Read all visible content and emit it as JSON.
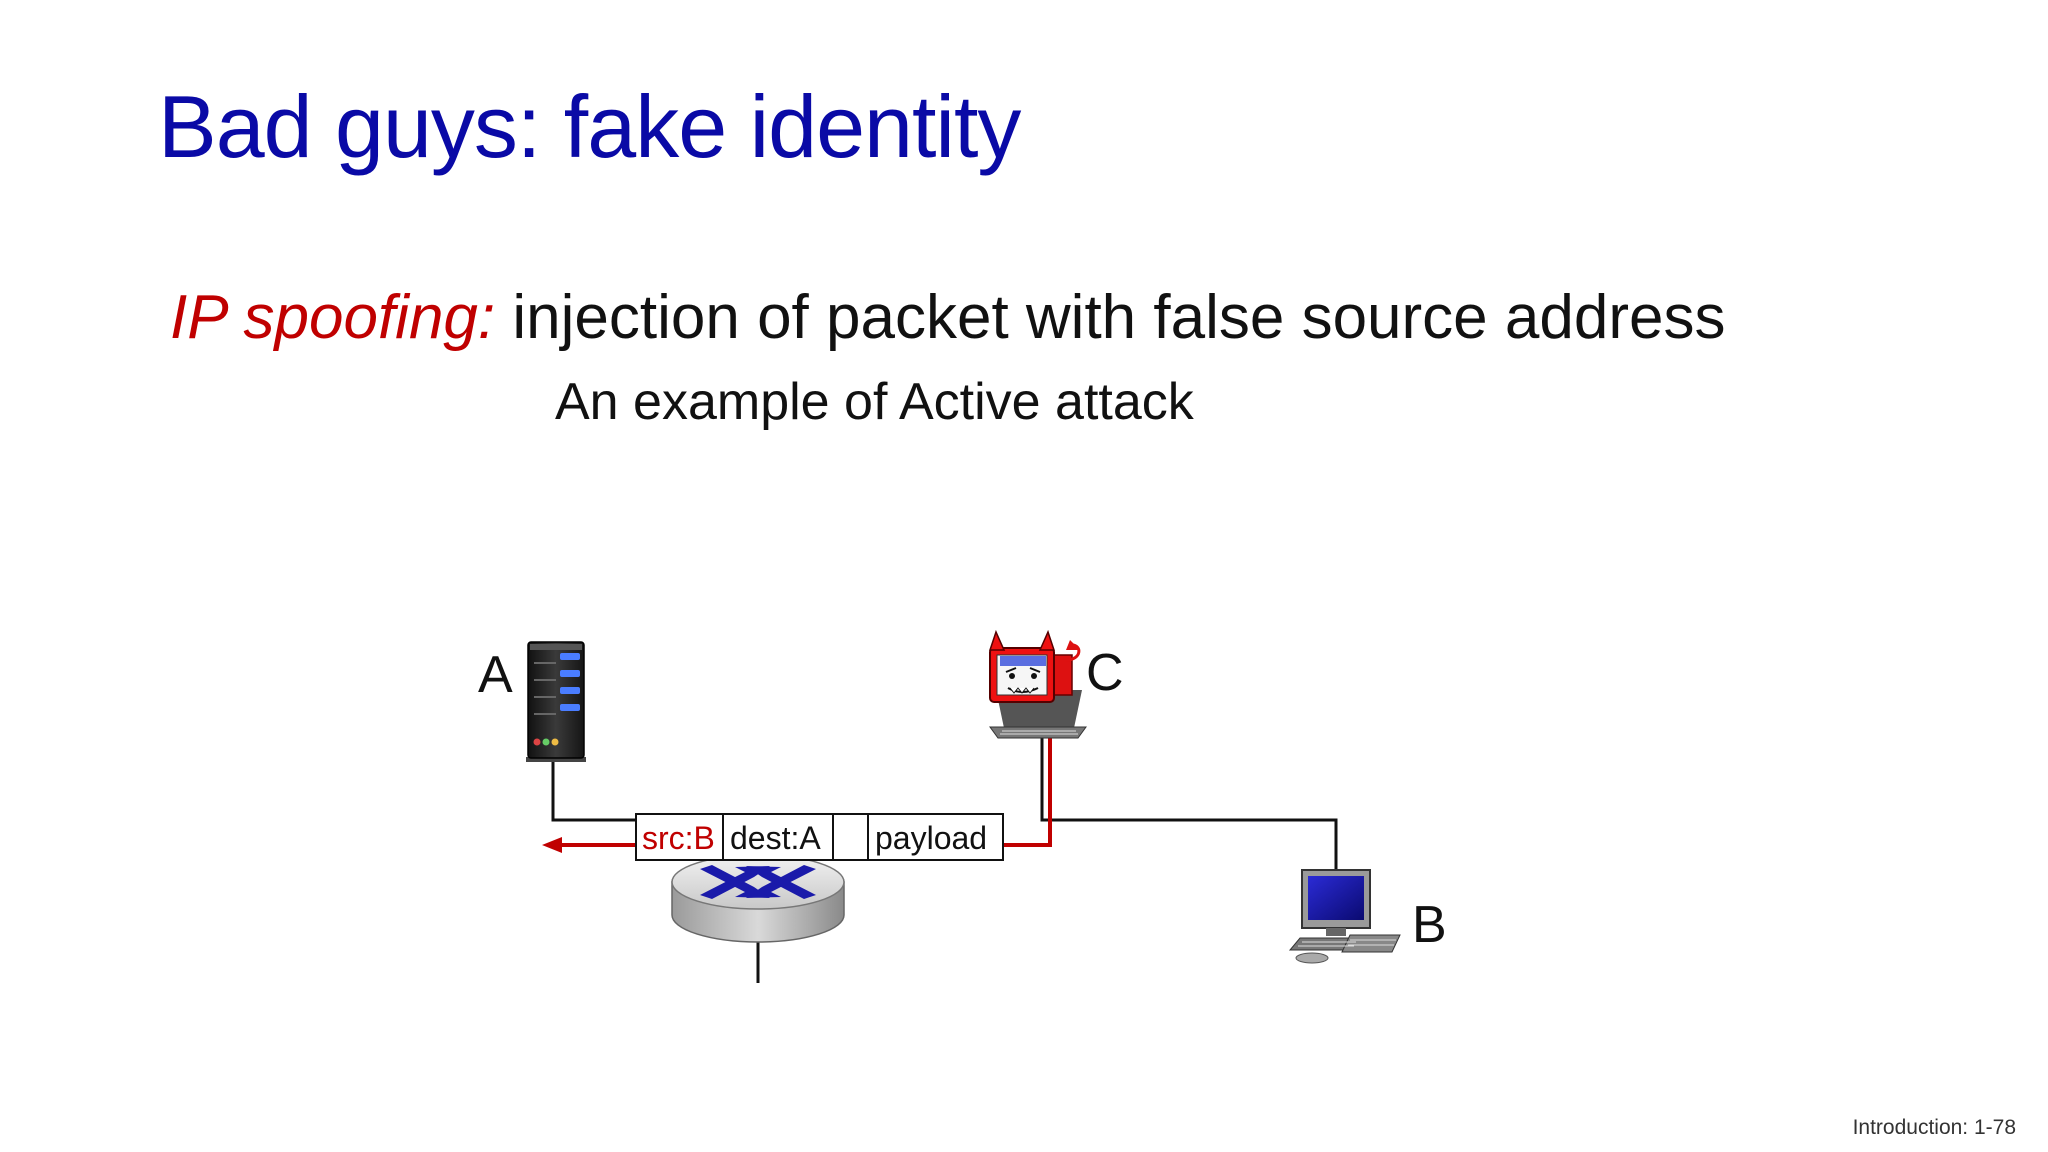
{
  "slide": {
    "title": "Bad guys:  fake identity",
    "term": "IP spoofing:",
    "definition": "injection of packet with false source address",
    "subline": "An example of Active attack",
    "footer": "Introduction: 1-78"
  },
  "diagram": {
    "hosts": {
      "a_label": "A",
      "b_label": "B",
      "c_label": "C"
    },
    "packet": {
      "src": "src:B",
      "dest": "dest:A",
      "payload": "payload"
    },
    "colors": {
      "attack": "#c00000",
      "title": "#0a0aa6",
      "router_arrows": "#1a1aaa"
    }
  }
}
